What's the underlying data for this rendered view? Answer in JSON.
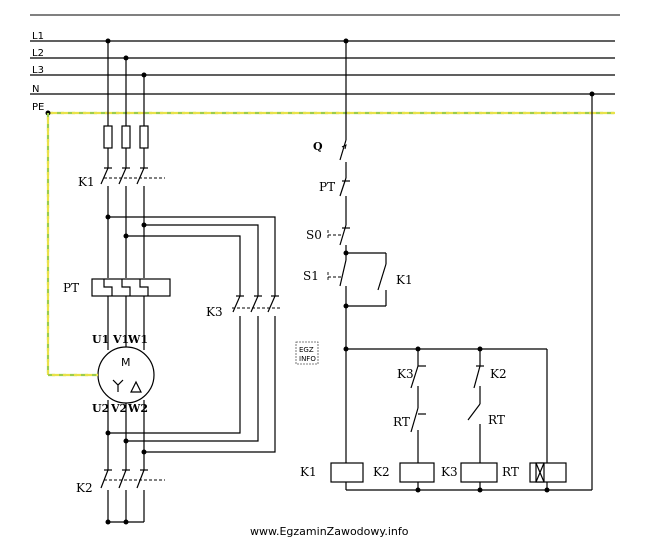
{
  "lines": {
    "l1": "L1",
    "l2": "L2",
    "l3": "L3",
    "n": "N",
    "pe": "PE"
  },
  "power": {
    "k1": "K1",
    "pt": "PT",
    "k3": "K3",
    "k2": "K2",
    "u1": "U1",
    "v1": "V1",
    "w1": "W1",
    "u2": "U2",
    "v2": "V2",
    "w2": "W2",
    "motor": "M"
  },
  "control": {
    "q": "Q",
    "pt": "PT",
    "s0": "S0",
    "s1": "S1",
    "k1_contact": "K1",
    "k3_contact": "K3",
    "k2_contact": "K2",
    "rt1": "RT",
    "rt2": "RT",
    "coil_k1": "K1",
    "coil_k2": "K2",
    "coil_k3": "K3",
    "coil_rt": "RT"
  },
  "watermark": {
    "badge_top": "EGZ",
    "badge_bottom": "INFO"
  },
  "footer": {
    "url": "www.EgzaminZawodowy.info"
  }
}
